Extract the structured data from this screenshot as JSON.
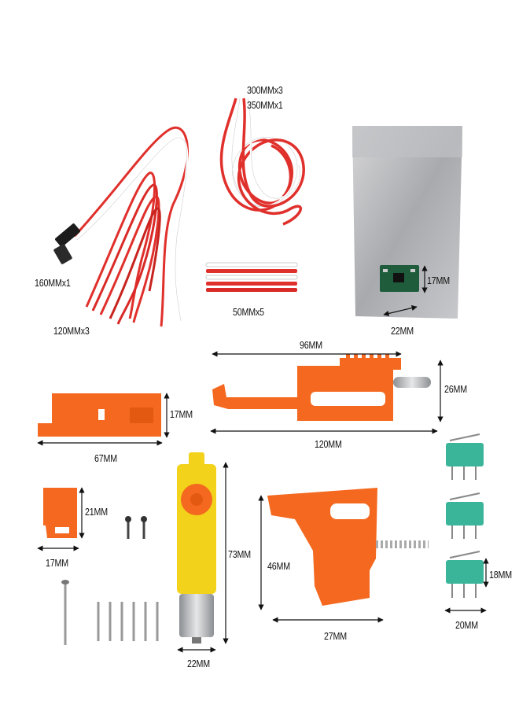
{
  "labels": {
    "wire_300": "300MMx3",
    "wire_350": "350MMx1",
    "connector_160": "160MMx1",
    "wire_120": "120MMx3",
    "short_wires": "50MMx5",
    "board_height": "17MM",
    "board_width": "22MM",
    "slider_width": "96MM",
    "slider_height": "26MM",
    "slider_length": "120MM",
    "bracket_height": "17MM",
    "bracket_width": "67MM",
    "clip_height": "21MM",
    "clip_width": "17MM",
    "motor_height": "73MM",
    "motor_width": "22MM",
    "grip_height": "46MM",
    "grip_width": "27MM",
    "switch_height": "18MM",
    "switch_width": "20MM"
  },
  "colors": {
    "orange": "#f4691f",
    "red_wire": "#e0302c",
    "yellow": "#f2d21a",
    "switch_green": "#3bb59a"
  }
}
